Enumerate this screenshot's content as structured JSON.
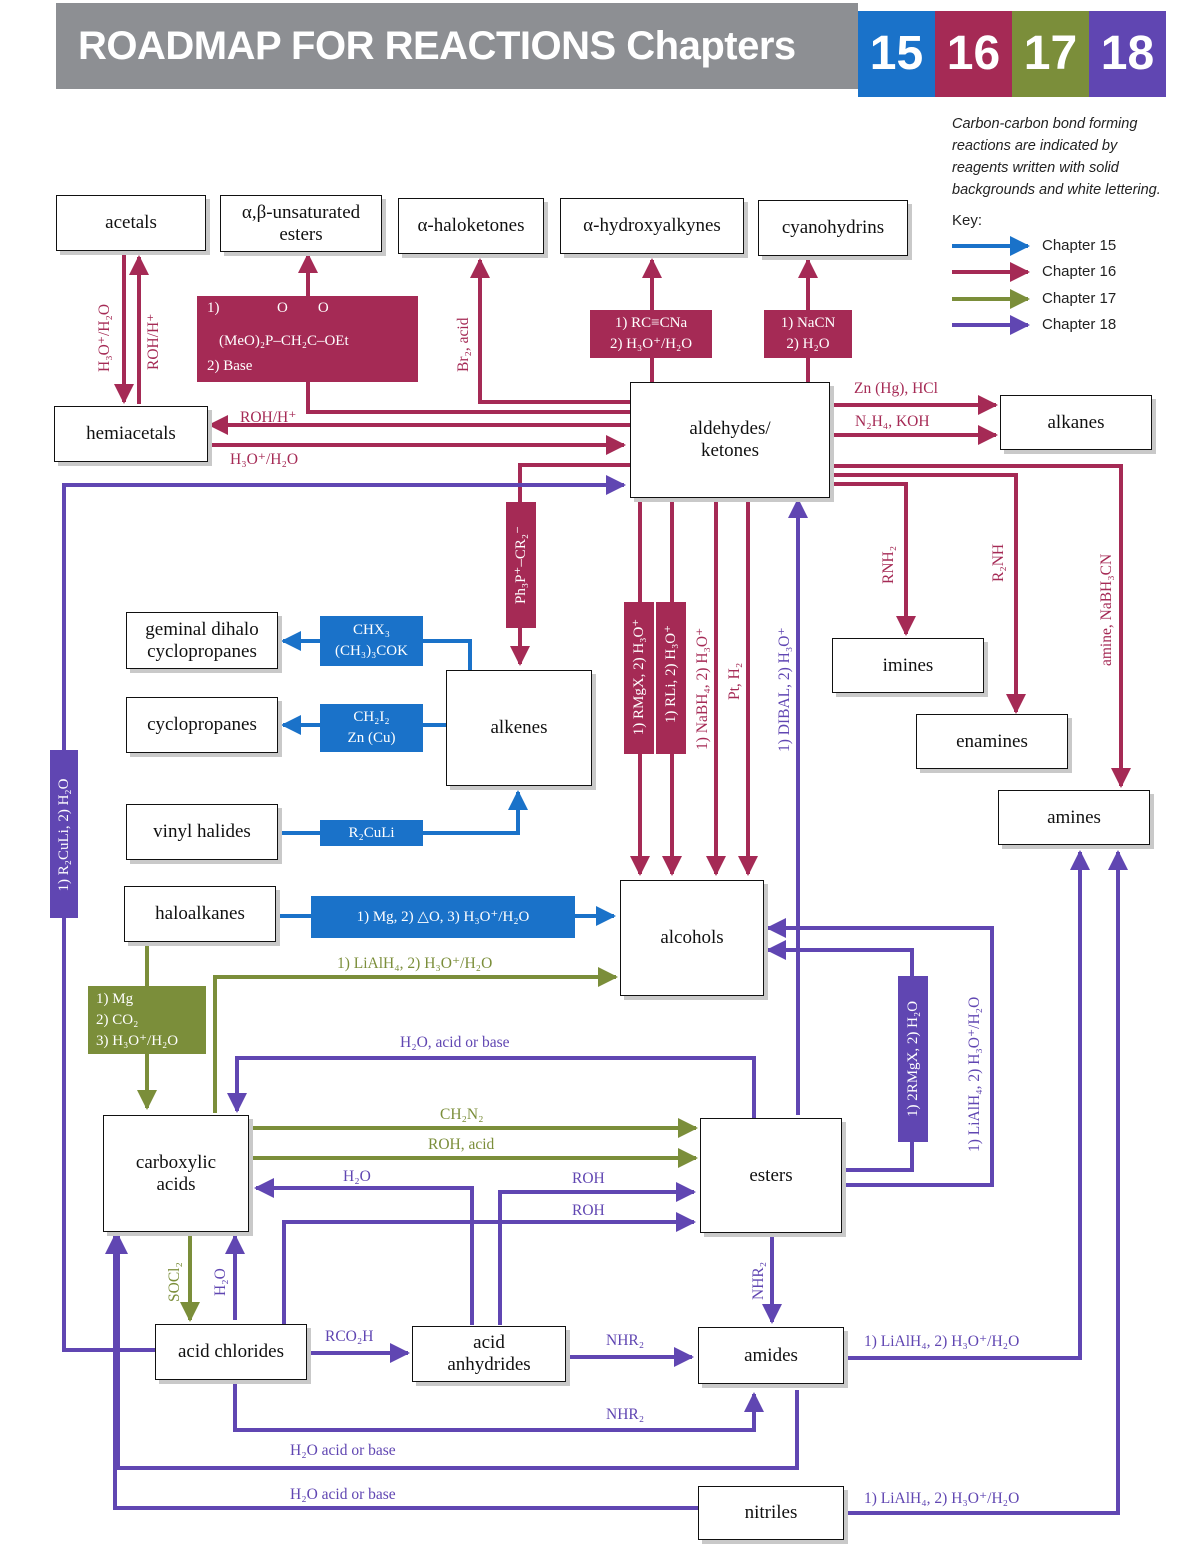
{
  "header": {
    "title": "ROADMAP FOR REACTIONS Chapters",
    "chapters": [
      "15",
      "16",
      "17",
      "18"
    ],
    "chapter_colors": [
      "#1a72c9",
      "#a52a55",
      "#7b8e3a",
      "#6046b2"
    ]
  },
  "note": "Carbon-carbon bond forming reactions are indicated by reagents written with solid backgrounds and white lettering.",
  "key": {
    "title": "Key:",
    "items": [
      "Chapter 15",
      "Chapter 16",
      "Chapter 17",
      "Chapter 18"
    ]
  },
  "compounds": {
    "acetals": "acetals",
    "unsat_esters": "α,β-unsaturated esters",
    "haloketones": "α-haloketones",
    "hydroxyalkynes": "α-hydroxyalkynes",
    "cyanohydrins": "cyanohydrins",
    "hemiacetals": "hemiacetals",
    "aldehydes": "aldehydes/ ketones",
    "alkanes": "alkanes",
    "dihalo": "geminal dihalo cyclopropanes",
    "cyclopropanes": "cyclopropanes",
    "alkenes": "alkenes",
    "imines": "imines",
    "enamines": "enamines",
    "amines": "amines",
    "vinyl_halides": "vinyl halides",
    "haloalkanes": "haloalkanes",
    "alcohols": "alcohols",
    "carboxylic": "carboxylic acids",
    "esters": "esters",
    "acid_chlorides": "acid chlorides",
    "anhydrides": "acid anhydrides",
    "amides": "amides",
    "nitriles": "nitriles"
  },
  "reagent_boxes": {
    "wittig_hwe_1": "1)",
    "wittig_hwe_2": "(MeO)₂P–CH₂C–OEt",
    "wittig_hwe_o": "O        O",
    "wittig_hwe_3": "2) Base",
    "alkyne_1": "1) RC≡CNa",
    "alkyne_2": "2) H₃O⁺/H₂O",
    "nacn_1": "1) NaCN",
    "nacn_2": "2) H₂O",
    "chx3_1": "CHX₃",
    "chx3_2": "(CH₃)₃COK",
    "ch2i2_1": "CH₂I₂",
    "ch2i2_2": "Zn (Cu)",
    "r2culi": "R₂CuLi",
    "grignard_epoxide": "1) Mg, 2) △O, 3) H₃O⁺/H₂O",
    "mg_co2_1": "1) Mg",
    "mg_co2_2": "2) CO₂",
    "mg_co2_3": "3) H₃O⁺/H₂O",
    "ylide": "Ph₃P⁺–CR₂⁻",
    "rmgx": "1) RMgX, 2) H₃O⁺",
    "rli": "1) RLi, 2) H₃O⁺",
    "r2culi_h2o": "1) R₂CuLi, 2) H₂O",
    "two_rmgx": "1) 2RMgX, 2) H₂O"
  },
  "labels": {
    "h3o_h2o_acetal": "H₃O⁺/H₂O",
    "roh_h_acetal": "ROH/H⁺",
    "br2_acid": "Br₂, acid",
    "roh_h_hemi": "ROH/H⁺",
    "h3o_h2o_hemi": "H₃O⁺/H₂O",
    "zn_hg": "Zn (Hg), HCl",
    "n2h4": "N₂H₄, KOH",
    "rnh2": "RNH₂",
    "r2nh": "R₂NH",
    "amine_nabh3cn": "amine, NaBH₃CN",
    "nabh4": "1) NaBH₄, 2) H₃O⁺",
    "pt_h2": "Pt, H₂",
    "dibal": "1) DIBAL, 2) H₃O⁺",
    "lialh4_acid": "1) LiAlH₄, 2) H₃O⁺/H₂O",
    "lialh4_ester": "1) LiAlH₄, 2) H₃O⁺/H₂O",
    "h2o_acid_base_ester": "H₂O, acid or base",
    "ch2n2": "CH₂N₂",
    "roh_acid": "ROH, acid",
    "h2o_anhydride": "H₂O",
    "roh_anhydride": "ROH",
    "roh_chloride": "ROH",
    "socl2": "SOCl₂",
    "h2o_chloride": "H₂O",
    "nhr2_ester": "NHR₂",
    "rco2h": "RCO₂H",
    "nhr2_anhydride": "NHR₂",
    "nhr2_chloride": "NHR₂",
    "lialh4_amide": "1) LiAlH₄, 2) H₃O⁺/H₂O",
    "h2o_acid_base_amide": "H₂O acid or base",
    "h2o_acid_base_nitrile": "H₂O acid or base",
    "lialh4_nitrile": "1) LiAlH₄, 2) H₃O⁺/H₂O"
  }
}
